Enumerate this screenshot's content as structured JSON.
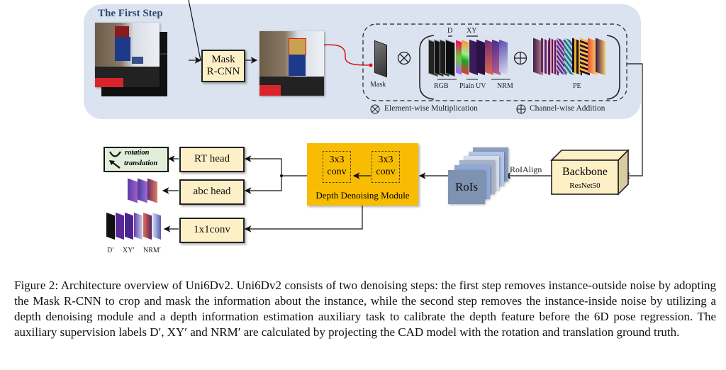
{
  "first_step": {
    "title": "The First Step",
    "mask_rcnn_label": "Mask\nR-CNN",
    "mask_label": "Mask",
    "feature_labels": {
      "d": "D",
      "xy": "XY",
      "rgb": "RGB",
      "plain_uv": "Plain UV",
      "nrm": "NRM",
      "pe": "PE"
    },
    "legend": {
      "multiplication": "Element-wise Multiplication",
      "addition": "Channel-wise Addition"
    }
  },
  "second_step": {
    "title": "The Second Step",
    "output_rotation": "rotation",
    "output_translation": "translation",
    "rt_head": "RT head",
    "abc_head": "abc head",
    "conv1x1": "1x1conv",
    "conv3x3_a": "3x3\nconv",
    "conv3x3_b": "3x3\nconv",
    "ddm_label": "Depth Denoising Module",
    "rois_label": "RoIs",
    "roialign_label": "RoIAlign",
    "backbone_label": "Backbone",
    "backbone_sub": "ResNet50",
    "aux_labels": {
      "d": "D′",
      "xy": "XY′",
      "nrm": "NRM′"
    }
  },
  "caption": {
    "text": "Figure 2: Architecture overview of Uni6Dv2. Uni6Dv2 consists of two denoising steps: the first step removes instance-outside noise by adopting the Mask R-CNN to crop and mask the information about the instance, while the second step removes the instance-inside noise by utilizing a depth denoising module and a depth information estimation auxiliary task to calibrate the depth feature before the 6D pose regression. The auxiliary supervision labels D′, XY′ and NRM′ are calculated by projecting the CAD model with the rotation and translation ground truth."
  },
  "colors": {
    "step1_bg": "#dbe3f1",
    "step2_bg": "#e2eed9",
    "box_fill": "#fdf0c7",
    "ddm_fill": "#f8bd02",
    "rois_fill": "#7e93b1"
  }
}
